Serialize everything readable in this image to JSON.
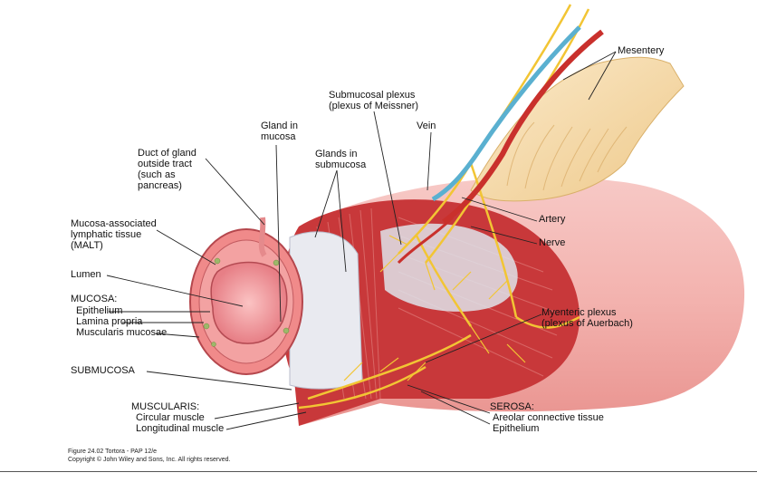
{
  "labels": {
    "mesentery": "Mesentery",
    "submucosal_plexus_1": "Submucosal plexus",
    "submucosal_plexus_2": "(plexus of Meissner)",
    "vein": "Vein",
    "gland_in_mucosa_1": "Gland in",
    "gland_in_mucosa_2": "mucosa",
    "glands_in_submucosa_1": "Glands in",
    "glands_in_submucosa_2": "submucosa",
    "duct_1": "Duct of gland",
    "duct_2": "outside tract",
    "duct_3": "(such as",
    "duct_4": "pancreas)",
    "artery": "Artery",
    "nerve": "Nerve",
    "malt_1": "Mucosa-associated",
    "malt_2": "lymphatic tissue",
    "malt_3": "(MALT)",
    "lumen": "Lumen",
    "mucosa": "MUCOSA:",
    "epithelium": "Epithelium",
    "lamina_propria": "Lamina propria",
    "muscularis_mucosae": "Muscularis mucosae",
    "myenteric_1": "Myenteric plexus",
    "myenteric_2": "(plexus of Auerbach)",
    "submucosa": "SUBMUCOSA",
    "muscularis": "MUSCULARIS:",
    "circular_muscle": "Circular muscle",
    "longitudinal_muscle": "Longitudinal muscle",
    "serosa": "SEROSA:",
    "areolar": "Areolar connective tissue",
    "serosa_epithelium": "Epithelium"
  },
  "caption": {
    "line1": "Figure 24.02  Tortora - PAP 12/e",
    "line2": "Copyright © John Wiley and Sons, Inc. All rights reserved."
  },
  "colors": {
    "serosa_pink": "#f2b7b2",
    "muscle_red": "#c8383a",
    "submucosa_white": "#e9eaf0",
    "mucosa_pink": "#f08a8a",
    "lumen_pink": "#f6a3a6",
    "nerve_yellow": "#f2c534",
    "artery_red": "#c9302c",
    "vein_blue": "#5ab0d0",
    "mesentery_cream": "#f6ddaa"
  }
}
